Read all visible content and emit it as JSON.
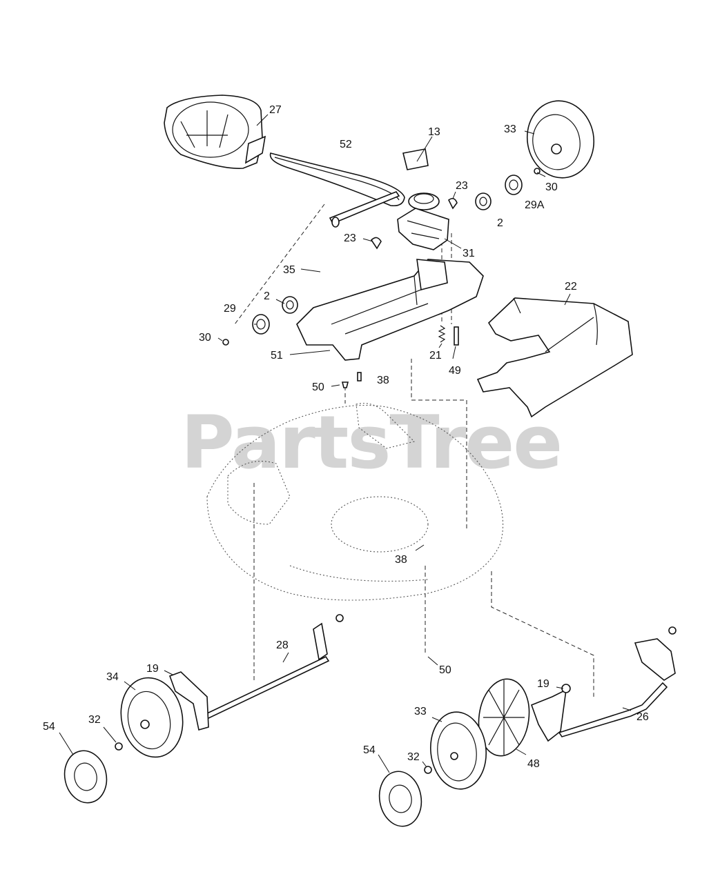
{
  "watermark": "PartsTree",
  "callouts": [
    {
      "id": "27",
      "text": "27"
    },
    {
      "id": "52",
      "text": "52"
    },
    {
      "id": "13",
      "text": "13"
    },
    {
      "id": "33a",
      "text": "33"
    },
    {
      "id": "30a",
      "text": "30"
    },
    {
      "id": "29A",
      "text": "29A"
    },
    {
      "id": "23a",
      "text": "23"
    },
    {
      "id": "2a",
      "text": "2"
    },
    {
      "id": "23b",
      "text": "23"
    },
    {
      "id": "31",
      "text": "31"
    },
    {
      "id": "35",
      "text": "35"
    },
    {
      "id": "22",
      "text": "22"
    },
    {
      "id": "2b",
      "text": "2"
    },
    {
      "id": "29",
      "text": "29"
    },
    {
      "id": "30b",
      "text": "30"
    },
    {
      "id": "51",
      "text": "51"
    },
    {
      "id": "21",
      "text": "21"
    },
    {
      "id": "49",
      "text": "49"
    },
    {
      "id": "50a",
      "text": "50"
    },
    {
      "id": "38a",
      "text": "38"
    },
    {
      "id": "38b",
      "text": "38"
    },
    {
      "id": "28",
      "text": "28"
    },
    {
      "id": "50b",
      "text": "50"
    },
    {
      "id": "19a",
      "text": "19"
    },
    {
      "id": "34",
      "text": "34"
    },
    {
      "id": "32a",
      "text": "32"
    },
    {
      "id": "54a",
      "text": "54"
    },
    {
      "id": "19b",
      "text": "19"
    },
    {
      "id": "33b",
      "text": "33"
    },
    {
      "id": "26",
      "text": "26"
    },
    {
      "id": "54b",
      "text": "54"
    },
    {
      "id": "32b",
      "text": "32"
    },
    {
      "id": "48",
      "text": "48"
    }
  ]
}
